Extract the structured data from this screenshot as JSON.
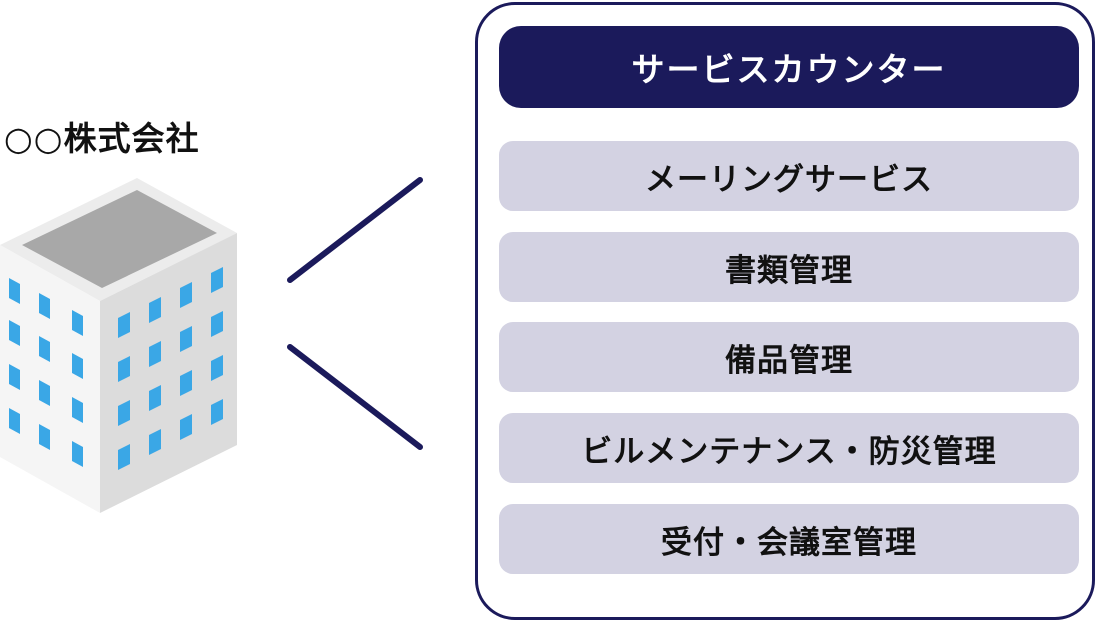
{
  "company": {
    "name": "○○株式会社"
  },
  "panel": {
    "header": "サービスカウンター",
    "items": [
      {
        "label": "メーリングサービス"
      },
      {
        "label": "書類管理"
      },
      {
        "label": "備品管理"
      },
      {
        "label": "ビルメンテナンス・防災管理"
      },
      {
        "label": "受付・会議室管理"
      }
    ]
  },
  "colors": {
    "navy": "#1b1a5b",
    "item_background": "#d3d2e2",
    "window_blue": "#3aa7e6"
  },
  "icons": {
    "building": "office-building-icon"
  }
}
